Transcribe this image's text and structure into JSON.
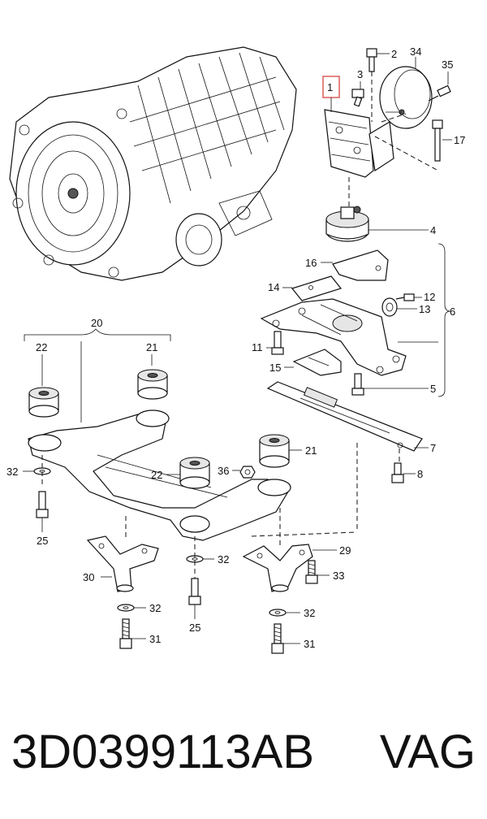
{
  "callouts": {
    "c1": "1",
    "c2": "2",
    "c3": "3",
    "c34": "34",
    "c35": "35",
    "c17": "17",
    "c4": "4",
    "c16": "16",
    "c14": "14",
    "c12": "12",
    "c13": "13",
    "c6": "6",
    "c11": "11",
    "c15": "15",
    "c5": "5",
    "c20": "20",
    "c22a": "22",
    "c21a": "21",
    "c7": "7",
    "c32a": "32",
    "c21b": "21",
    "c8": "8",
    "c22b": "22",
    "c36": "36",
    "c25a": "25",
    "c32b": "32",
    "c29": "29",
    "c30": "30",
    "c33": "33",
    "c32c": "32",
    "c32d": "32",
    "c25b": "25",
    "c31a": "31",
    "c31b": "31"
  },
  "footer": {
    "part_number": "3D0399113AB",
    "brand": "VAG"
  },
  "colors": {
    "highlight_box": "#d9534f",
    "line": "#111111"
  }
}
